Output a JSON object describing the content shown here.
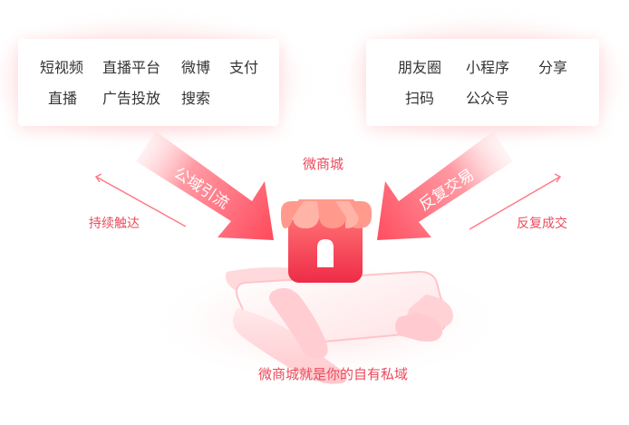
{
  "left_card": {
    "items": [
      "短视频",
      "直播平台",
      "微博",
      "支付",
      "直播",
      "广告投放",
      "搜索"
    ]
  },
  "right_card": {
    "items": [
      "朋友圈",
      "小程序",
      "分享",
      "扫码",
      "公众号"
    ]
  },
  "center_title": "微商城",
  "left_arrow_label": "公域引流",
  "right_arrow_label": "反复交易",
  "left_side_label": "持续触达",
  "right_side_label": "反复成交",
  "bottom_caption": "微商城就是你的自有私域",
  "colors": {
    "accent": "#ea4b5c",
    "arrow_start": "#ffd7da",
    "arrow_end": "#ff4a5c",
    "text": "#333333"
  }
}
